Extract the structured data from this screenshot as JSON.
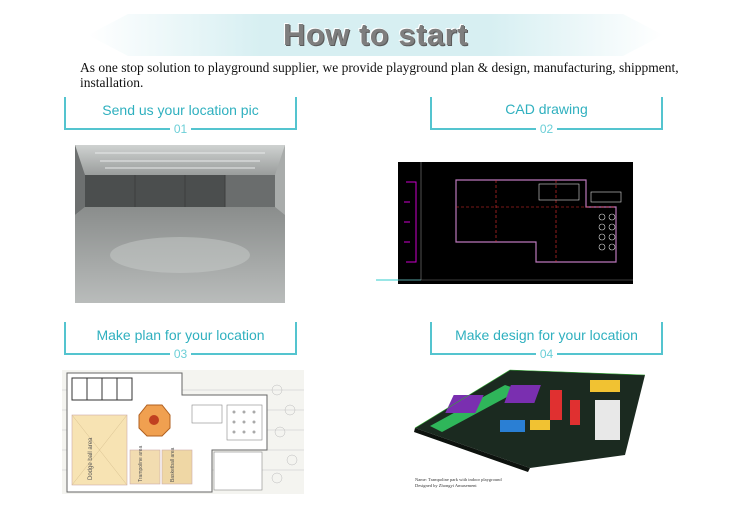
{
  "header": {
    "title": "How to start"
  },
  "intro": {
    "text": "As one stop solution to playground supplier, we provide playground plan & design, manufacturing, shippment, installation."
  },
  "steps": [
    {
      "label": "Send us your location pic",
      "number": "01"
    },
    {
      "label": "CAD drawing",
      "number": "02"
    },
    {
      "label": "Make plan for your location",
      "number": "03"
    },
    {
      "label": "Make design for your location",
      "number": "04"
    }
  ],
  "plan_labels": {
    "area1": "Dodge ball area",
    "area2": "Trampoline area",
    "area3": "Basketball area"
  },
  "design_caption": {
    "line1": "Name: Trampoline park with indoor playground",
    "line2": "Designed by Zhongyi Amusement"
  },
  "colors": {
    "accent": "#54c4cf",
    "accent_text": "#2fb0bf",
    "banner_fill": "#dff3f5",
    "title_gray": "#7e7e7e"
  }
}
